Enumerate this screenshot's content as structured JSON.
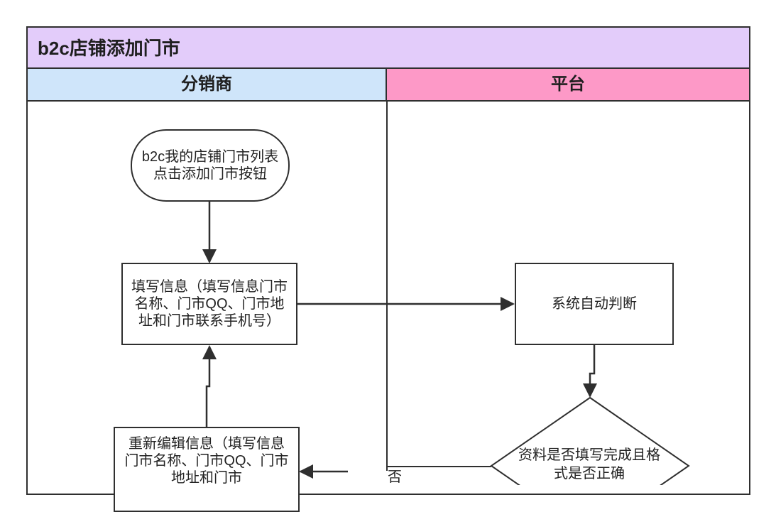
{
  "title": "b2c店铺添加门市",
  "lanes": [
    {
      "label": "分销商"
    },
    {
      "label": "平台"
    }
  ],
  "nodes": {
    "start": "b2c我的店铺门市列表点击添加门市按钮",
    "fill_info": "填写信息（填写信息门市名称、门市QQ、门市地址和门市联系手机号）",
    "system_check": "系统自动判断",
    "decision": "资料是否填写完成且格式是否正确",
    "reedit": "重新编辑信息（填写信息门市名称、门市QQ、门市地址和门市"
  },
  "edges": {
    "no_label": "否"
  },
  "colors": {
    "title_bg": "#e3ccfa",
    "lane_distributor": "#cfe5fa",
    "lane_platform": "#fd99c7",
    "stroke": "#2f2f2f"
  }
}
